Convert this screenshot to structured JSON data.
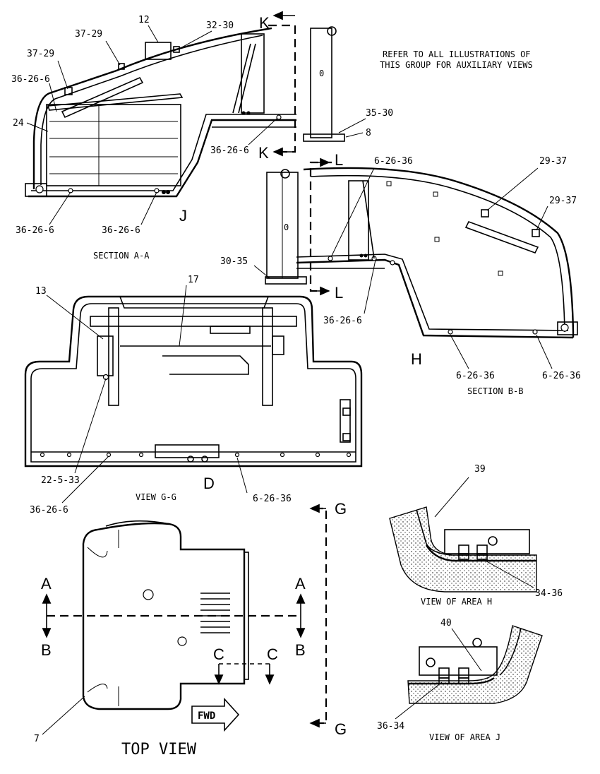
{
  "note": {
    "line1": "REFER TO ALL ILLUSTRATIONS OF",
    "line2": "THIS GROUP FOR AUXILIARY VIEWS"
  },
  "captions": {
    "section_aa": "SECTION A-A",
    "section_bb": "SECTION B-B",
    "view_gg": "VIEW G-G",
    "view_h": "VIEW OF AREA H",
    "view_j": "VIEW OF AREA J",
    "top_view": "TOP VIEW"
  },
  "section_letters": {
    "k": "K",
    "l": "L",
    "j": "J",
    "h": "H",
    "d": "D",
    "g": "G",
    "a": "A",
    "b": "B",
    "c": "C"
  },
  "fwd_arrow": "FWD",
  "callouts": {
    "c12": "12",
    "c32_30": "32-30",
    "c37_29_top": "37-29",
    "c37_29_left": "37-29",
    "c36_26_6_a": "36-26-6",
    "c24": "24",
    "c35_30": "35-30",
    "c8": "8",
    "c36_26_6_k": "36-26-6",
    "c6_26_36_top": "6-26-36",
    "c29_37_a": "29-37",
    "c29_37_b": "29-37",
    "c36_26_6_bl": "36-26-6",
    "c36_26_6_bm": "36-26-6",
    "c30_35": "30-35",
    "c36_26_6_l": "36-26-6",
    "c13": "13",
    "c17": "17",
    "c6_26_36_h1": "6-26-36",
    "c6_26_36_h2": "6-26-36",
    "c22_5_33": "22-5-33",
    "c36_26_6_g": "36-26-6",
    "c6_26_36_g": "6-26-36",
    "c39": "39",
    "c34_36": "34-36",
    "c40": "40",
    "c36_34": "36-34",
    "c7": "7"
  }
}
